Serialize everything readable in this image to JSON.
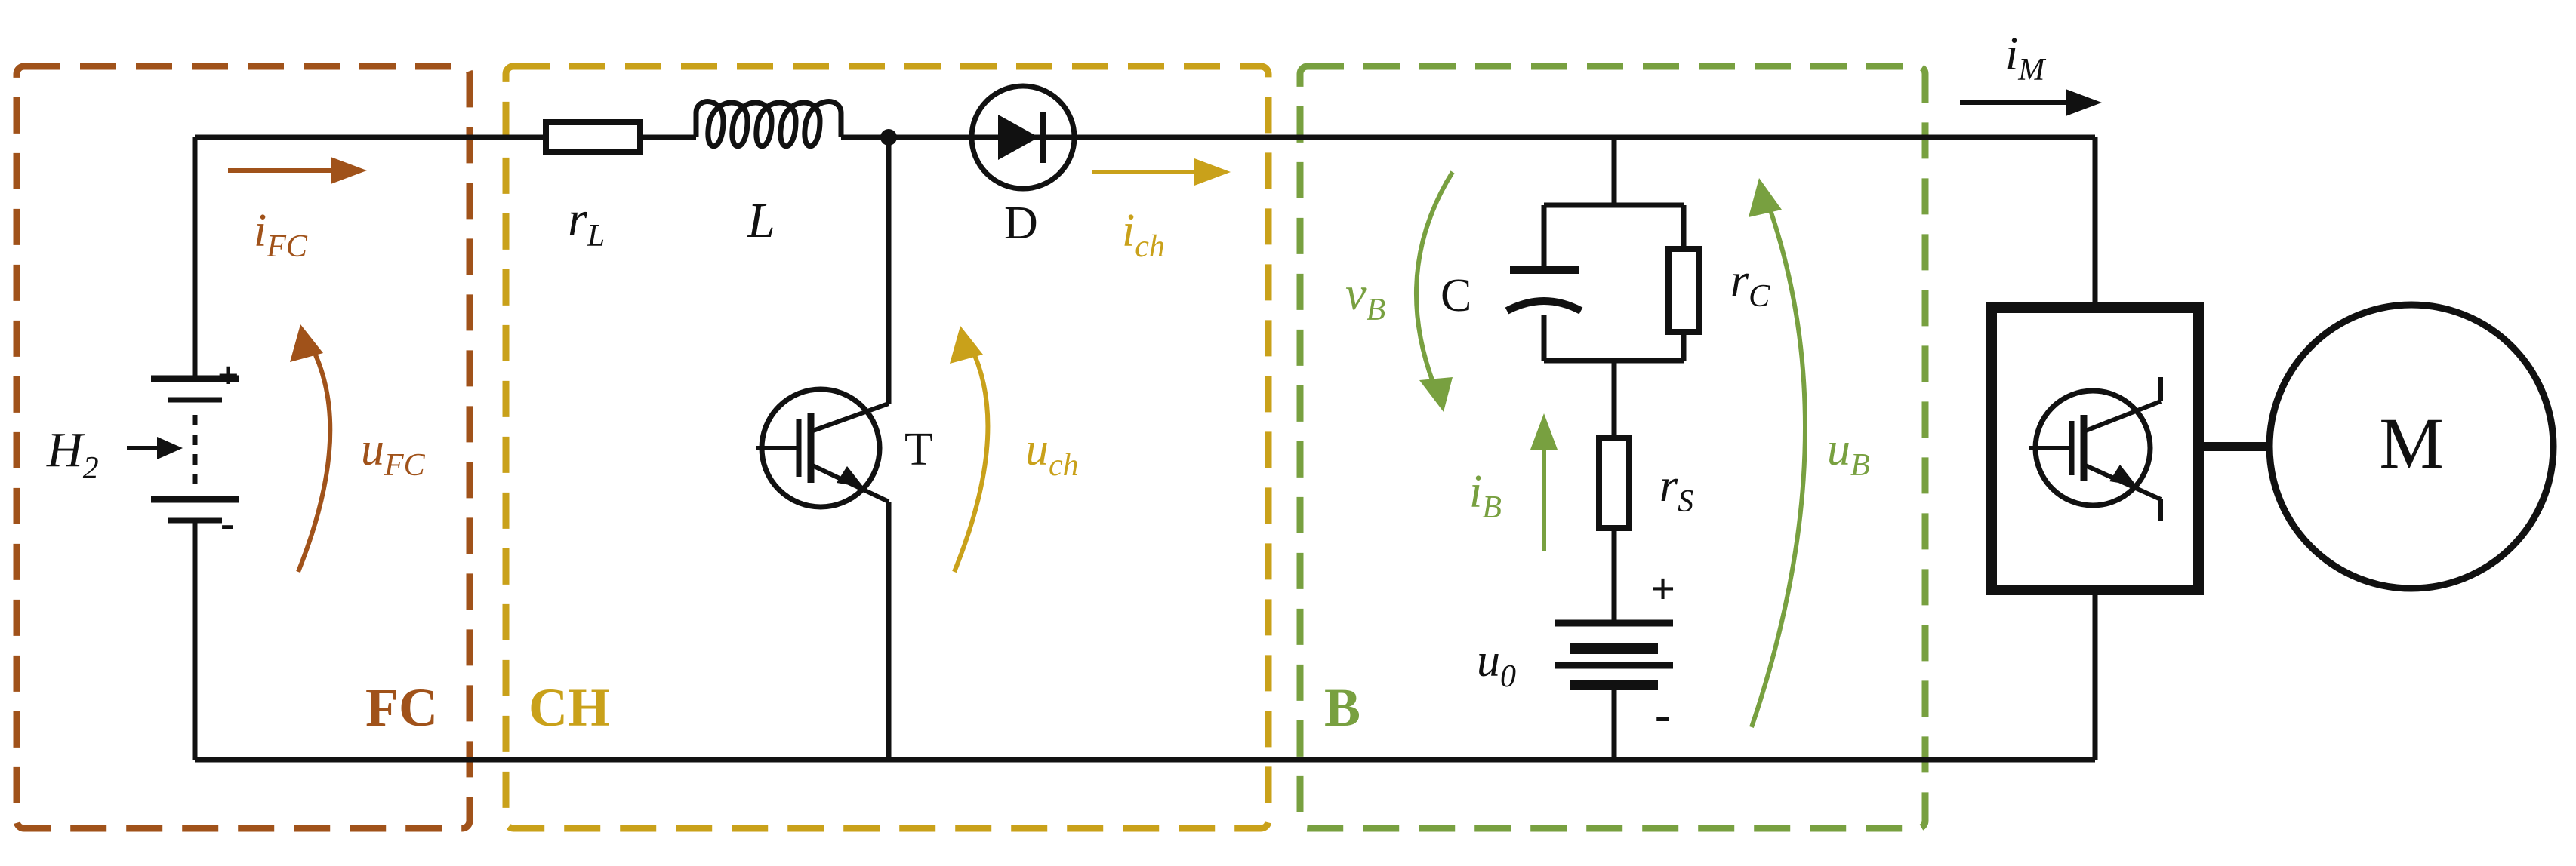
{
  "colors": {
    "fc": "#A0521A",
    "ch": "#C9A11A",
    "b": "#78A040",
    "wire": "#111111"
  },
  "blocks": {
    "fc": {
      "label": "FC"
    },
    "ch": {
      "label": "CH"
    },
    "b": {
      "label": "B"
    }
  },
  "labels": {
    "h2": {
      "main": "H",
      "sub": "2"
    },
    "i_fc": {
      "main": "i",
      "sub": "FC"
    },
    "u_fc": {
      "main": "u",
      "sub": "FC"
    },
    "r_l": {
      "main": "r",
      "sub": "L"
    },
    "inductor": "L",
    "diode": "D",
    "i_ch": {
      "main": "i",
      "sub": "ch"
    },
    "transistor": "T",
    "u_ch": {
      "main": "u",
      "sub": "ch"
    },
    "capacitor": "C",
    "v_b": {
      "main": "v",
      "sub": "B"
    },
    "r_c": {
      "main": "r",
      "sub": "C"
    },
    "i_b": {
      "main": "i",
      "sub": "B"
    },
    "r_s": {
      "main": "r",
      "sub": "S"
    },
    "u_0": {
      "main": "u",
      "sub": "0"
    },
    "u_b": {
      "main": "u",
      "sub": "B"
    },
    "i_m": {
      "main": "i",
      "sub": "M"
    },
    "motor": "M",
    "fc_plus": "+",
    "fc_minus": "-",
    "batt_plus": "+",
    "batt_minus": "-"
  }
}
